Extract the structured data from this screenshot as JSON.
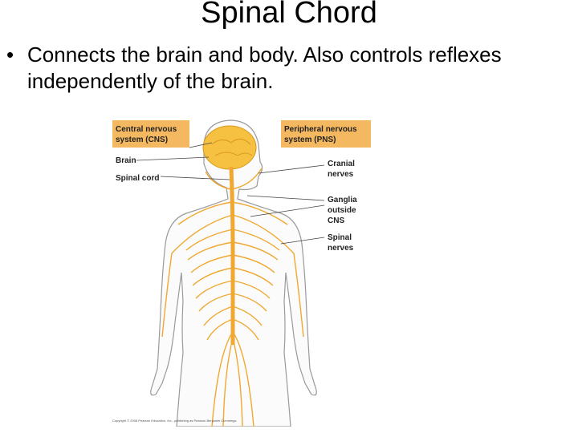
{
  "slide": {
    "title": "Spinal Chord",
    "bullet_marker": "•",
    "bullet_text": "Connects the brain and body. Also controls reflexes independently of the brain."
  },
  "figure": {
    "cns_box": {
      "line1": "Central nervous",
      "line2": "system (CNS)"
    },
    "pns_box": {
      "line1": "Peripheral nervous",
      "line2": "system (PNS)"
    },
    "label_brain": "Brain",
    "label_spinal_cord": "Spinal cord",
    "label_cranial": {
      "line1": "Cranial",
      "line2": "nerves"
    },
    "label_ganglia": {
      "line1": "Ganglia",
      "line2": "outside",
      "line3": "CNS"
    },
    "label_spinal_nerves": {
      "line1": "Spinal",
      "line2": "nerves"
    },
    "credit": "Copyright © 2008 Pearson Education, Inc., publishing as Pearson Benjamin Cummings.",
    "colors": {
      "box_fill": "#f4b860",
      "nerve": "#f0a830",
      "brain": "#f6c040",
      "skin": "#fbfbfb",
      "outline": "#9a9a9a"
    }
  }
}
